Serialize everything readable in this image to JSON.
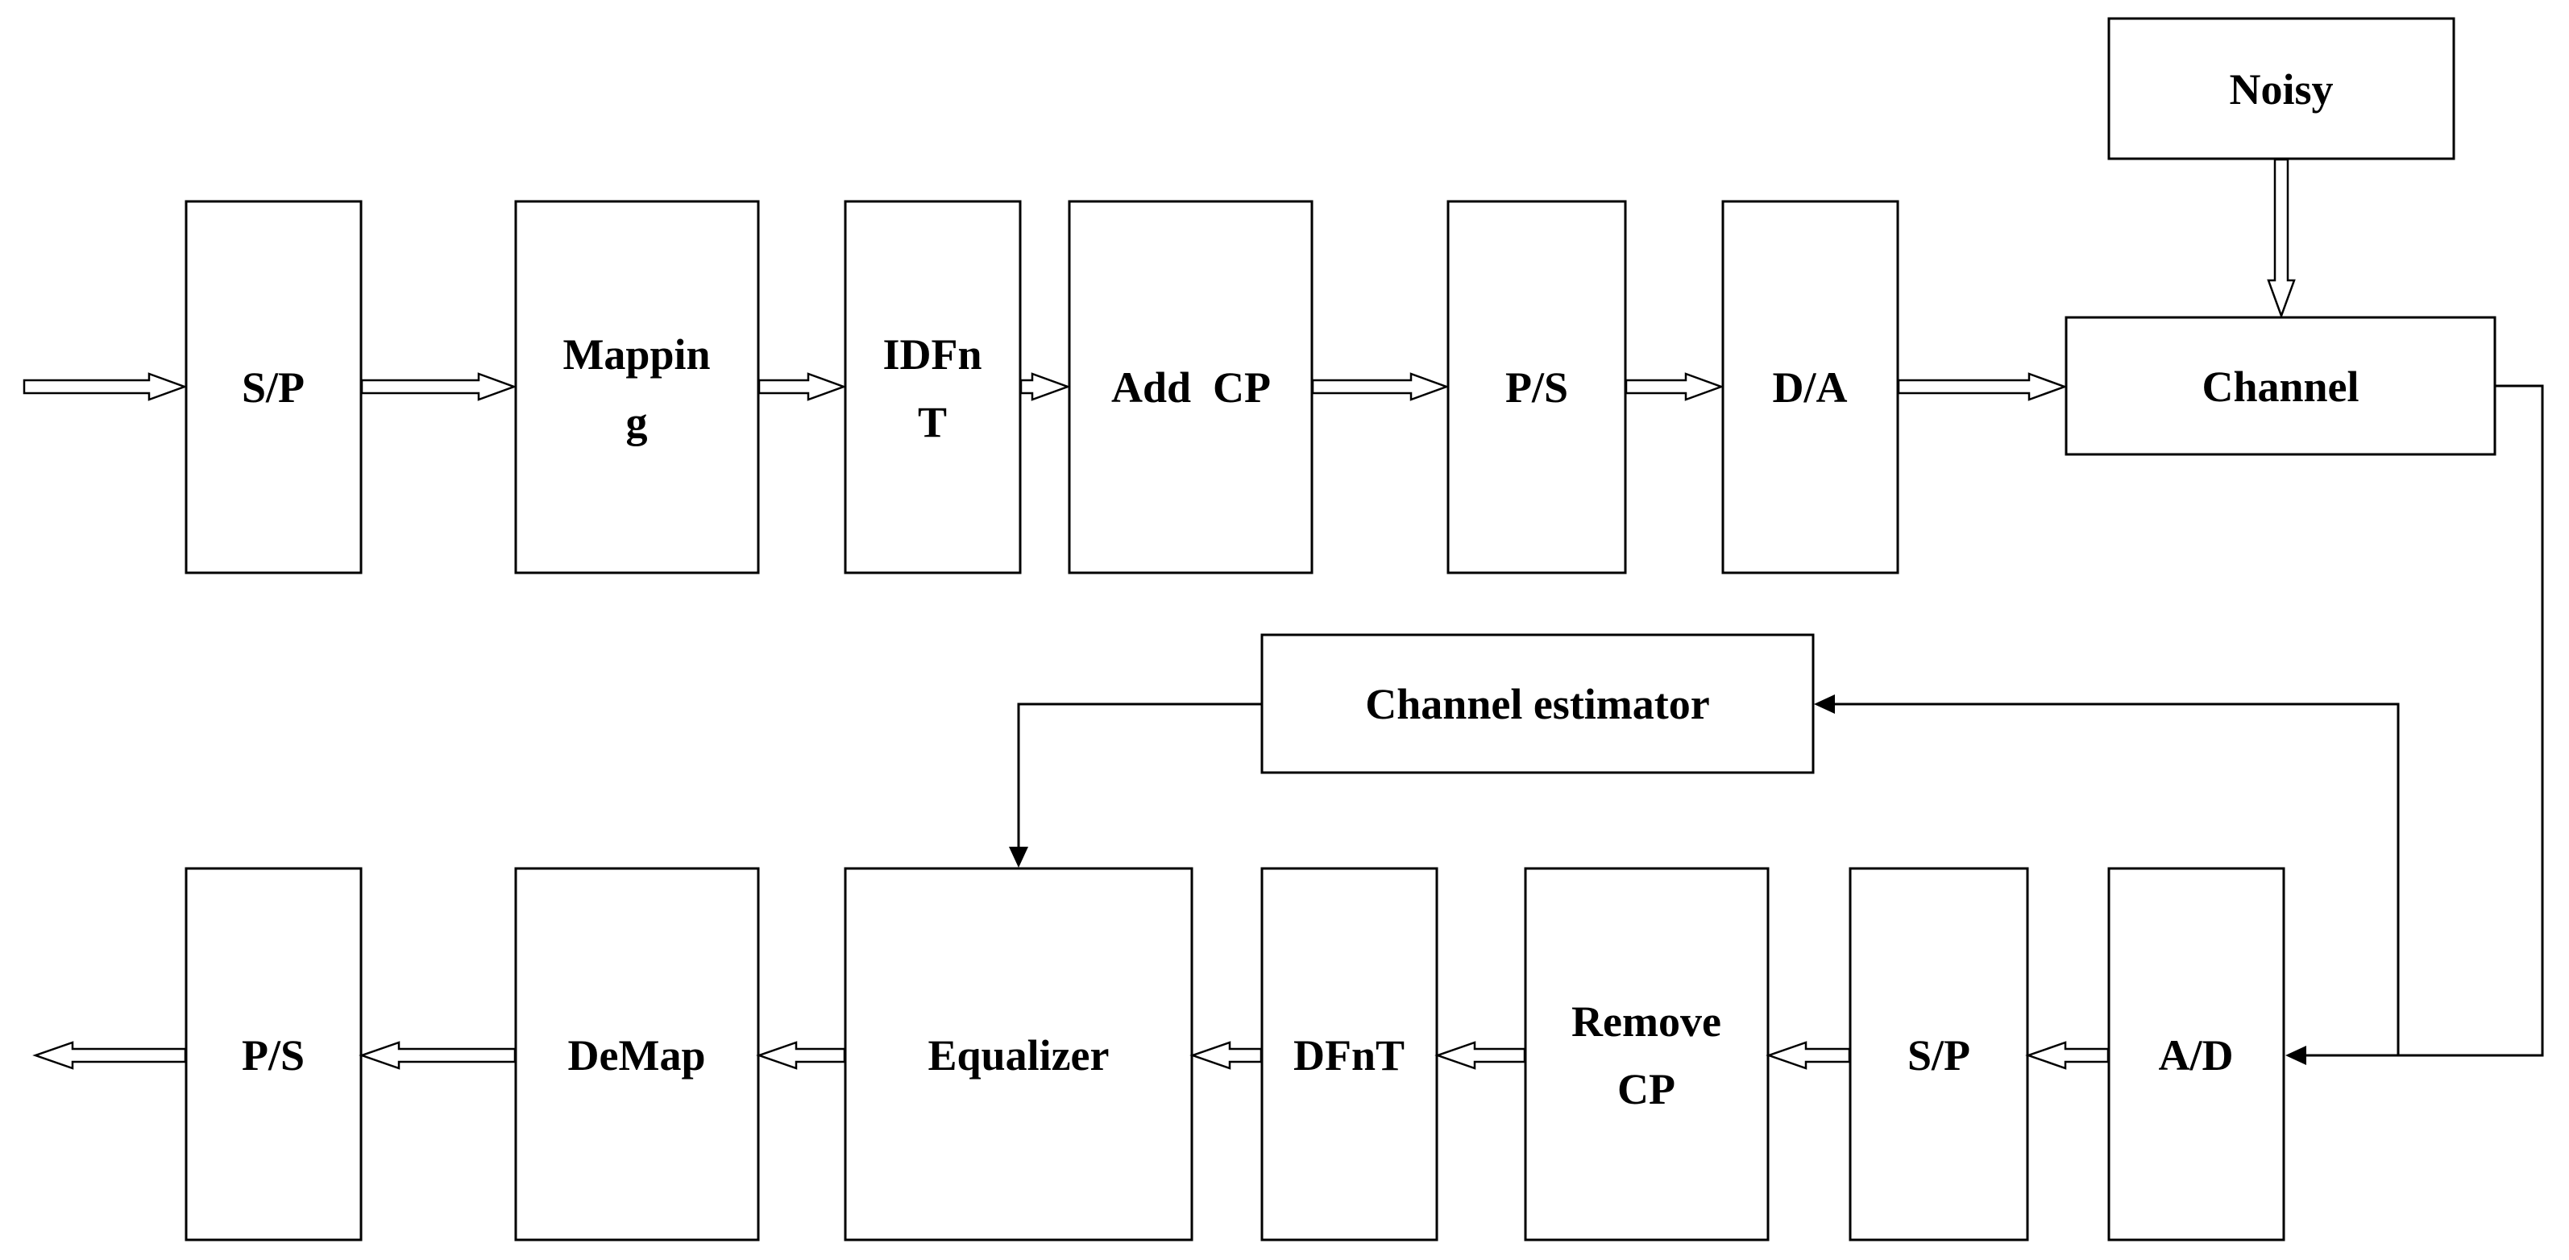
{
  "blocks": {
    "sp_tx": "S/P",
    "mapping_l1": "Mappin",
    "mapping_l2": "g",
    "idfnt_l1": "IDFn",
    "idfnt_l2": "T",
    "add_cp": "Add  CP",
    "ps_tx": "P/S",
    "da": "D/A",
    "noisy": "Noisy",
    "channel": "Channel",
    "channel_estimator": "Channel estimator",
    "ps_rx": "P/S",
    "demap": "DeMap",
    "equalizer": "Equalizer",
    "dfnt": "DFnT",
    "remove_cp_l1": "Remove",
    "remove_cp_l2": "CP",
    "sp_rx": "S/P",
    "ad": "A/D"
  }
}
